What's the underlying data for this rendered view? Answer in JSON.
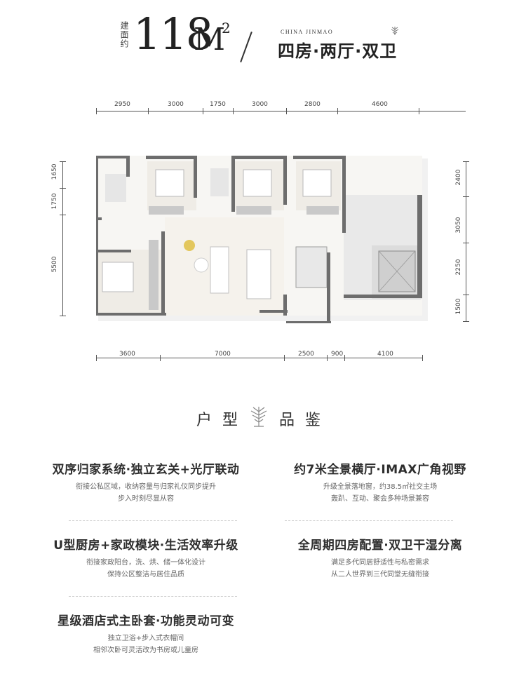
{
  "header": {
    "label": "建面约",
    "area": "118",
    "unit": "M",
    "unit_sup": "2",
    "brand": "CHINA JINMAO",
    "layout_type": "四房·两厅·双卫"
  },
  "plan": {
    "top_dims": [
      "2950",
      "3000",
      "1750",
      "3000",
      "2800",
      "4600"
    ],
    "bottom_dims": [
      "3600",
      "7000",
      "2500",
      "900",
      "4100"
    ],
    "left_dims": [
      "1650",
      "1750",
      "5500"
    ],
    "right_dims": [
      "2400",
      "3050",
      "2250",
      "1500"
    ]
  },
  "section": {
    "title_left": "户 型",
    "title_right": "品 鉴"
  },
  "features": [
    {
      "title": "双序归家系统·独立玄关+光厅联动",
      "lines": [
        "衔接公私区域，收纳容量与归家礼仪同步提升",
        "步入时刻尽显从容"
      ]
    },
    {
      "title": "约7米全景横厅·IMAX广角视野",
      "lines": [
        "升级全景落地窗，约38.5㎡社交主场",
        "轰趴、互动、聚会多种场景兼容"
      ]
    },
    {
      "title": "U型厨房+家政模块·生活效率升级",
      "lines": [
        "衔接家政阳台，洗、烘、储一体化设计",
        "保持公区整洁与居住品质"
      ]
    },
    {
      "title": "全周期四房配置·双卫干湿分离",
      "lines": [
        "满足多代同居舒适性与私密需求",
        "从二人世界到三代同堂无缝衔接"
      ]
    },
    {
      "title": "星级酒店式主卧套·功能灵动可变",
      "lines": [
        "独立卫浴+步入式衣帽间",
        "相邻次卧可灵活改为书房或儿童房"
      ]
    }
  ]
}
